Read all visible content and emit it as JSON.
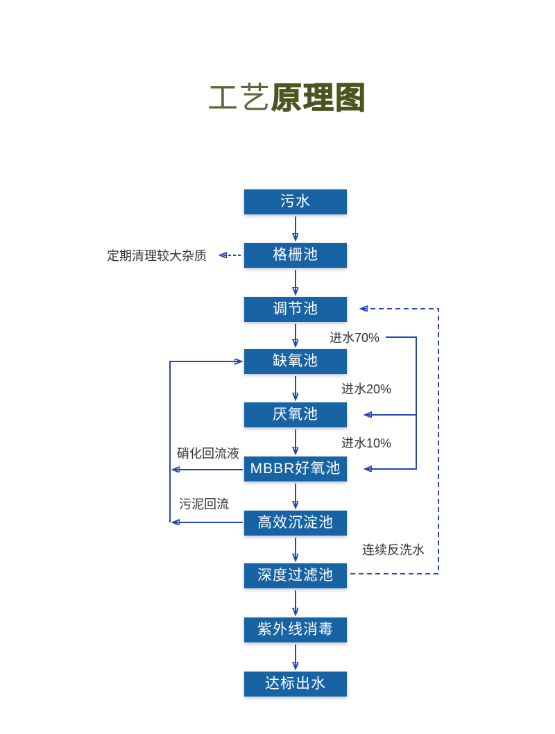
{
  "title": {
    "light": "工艺",
    "bold": "原理图"
  },
  "colors": {
    "box_fill": "#1763a4",
    "arrow_blue": "#2646b4",
    "title_green_light": "#5b6838",
    "title_green_bold": "#4a551f",
    "annotation_text": "#333333",
    "box_text": "#ffffff"
  },
  "flow": {
    "boxes": [
      {
        "label": "污水"
      },
      {
        "label": "格栅池"
      },
      {
        "label": "调节池"
      },
      {
        "label": "缺氧池"
      },
      {
        "label": "厌氧池"
      },
      {
        "label": "MBBR好氧池"
      },
      {
        "label": "高效沉淀池"
      },
      {
        "label": "深度过滤池"
      },
      {
        "label": "紫外线消毒"
      },
      {
        "label": "达标出水"
      }
    ],
    "annotations": {
      "clean_note": "定期清理较大杂质",
      "inflow70": "进水70%",
      "inflow20": "进水20%",
      "inflow10": "进水10%",
      "nitrification_return": "硝化回流液",
      "sludge_return": "污泥回流",
      "backwash": "连续反洗水"
    }
  }
}
